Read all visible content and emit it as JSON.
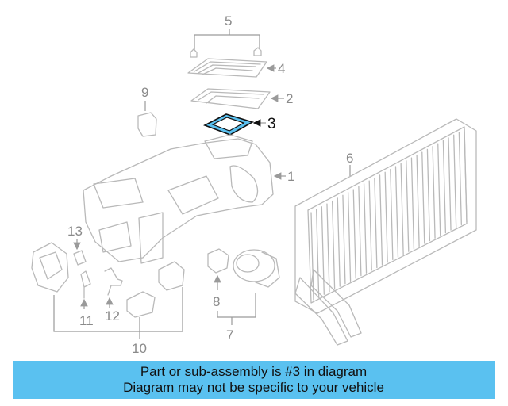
{
  "callouts": {
    "c1": "1",
    "c2": "2",
    "c3": "3",
    "c4": "4",
    "c5": "5",
    "c6": "6",
    "c7": "7",
    "c8": "8",
    "c9": "9",
    "c10": "10",
    "c11": "11",
    "c12": "12",
    "c13": "13"
  },
  "highlight_color": "#5ac1f0",
  "banner": {
    "line1": "Part or sub-assembly is #3 in diagram",
    "line2": "Diagram may not be specific to your vehicle"
  }
}
